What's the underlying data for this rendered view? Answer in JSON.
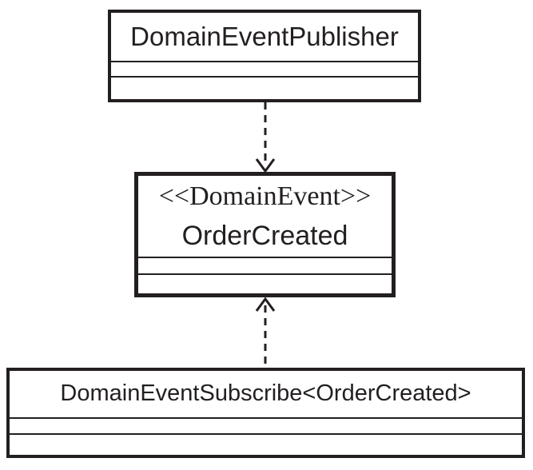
{
  "diagram": {
    "kind": "uml-class-diagram",
    "background_color": "#ffffff",
    "ink_color": "#231f20",
    "classes": [
      {
        "stereotype": "",
        "name": "DomainEventPublisher",
        "attributes_text": "",
        "operations_text": ""
      },
      {
        "stereotype": "<<DomainEvent>>",
        "name": "OrderCreated",
        "attributes_text": "",
        "operations_text": ""
      },
      {
        "stereotype": "",
        "name": "DomainEventSubscribe<OrderCreated>",
        "attributes_text": "",
        "operations_text": ""
      }
    ],
    "relations": [
      {
        "from": "DomainEventPublisher",
        "to": "OrderCreated",
        "line_style": "dashed",
        "arrowhead": "open",
        "direction": "down"
      },
      {
        "from": "DomainEventSubscribe<OrderCreated>",
        "to": "OrderCreated",
        "line_style": "dashed",
        "arrowhead": "open",
        "direction": "up"
      }
    ]
  }
}
